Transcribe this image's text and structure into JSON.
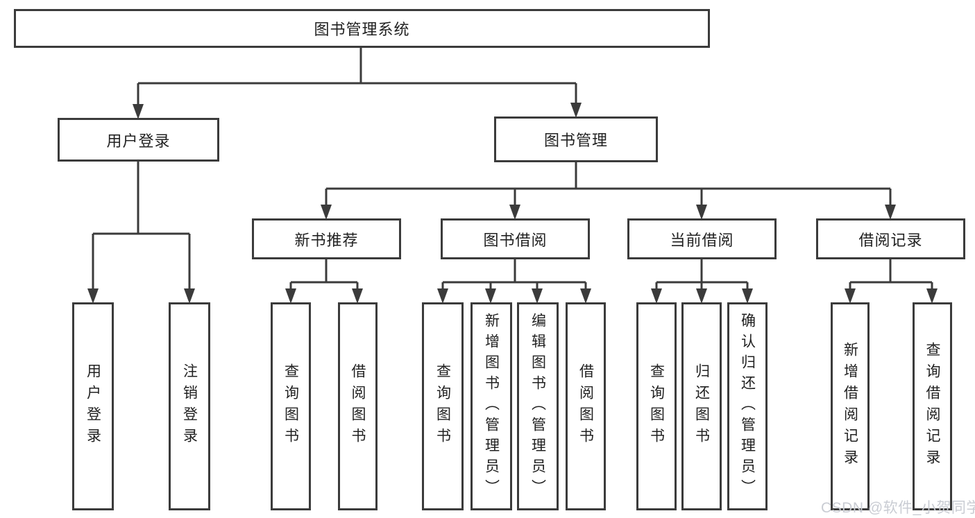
{
  "diagram": {
    "root": {
      "label": "图书管理系统",
      "children": [
        {
          "label": "用户登录",
          "children": [
            {
              "label": "用户登录"
            },
            {
              "label": "注销登录"
            }
          ]
        },
        {
          "label": "图书管理",
          "children": [
            {
              "label": "新书推荐",
              "children": [
                {
                  "label": "查询图书"
                },
                {
                  "label": "借阅图书"
                }
              ]
            },
            {
              "label": "图书借阅",
              "children": [
                {
                  "label": "查询图书"
                },
                {
                  "label": "新增图书（管理员）"
                },
                {
                  "label": "编辑图书（管理员）"
                },
                {
                  "label": "借阅图书"
                }
              ]
            },
            {
              "label": "当前借阅",
              "children": [
                {
                  "label": "查询图书"
                },
                {
                  "label": "归还图书"
                },
                {
                  "label": "确认归还（管理员）"
                }
              ]
            },
            {
              "label": "借阅记录",
              "children": [
                {
                  "label": "新增借阅记录"
                },
                {
                  "label": "查询借阅记录"
                }
              ]
            }
          ]
        }
      ]
    }
  },
  "watermark": {
    "text": "CSDN @软件_小贺同学"
  },
  "colors": {
    "background": "#ffffff",
    "line": "#3b3b3b",
    "box_border": "#3b3b3b",
    "text": "#212121",
    "watermark": "#c9ccd3"
  }
}
